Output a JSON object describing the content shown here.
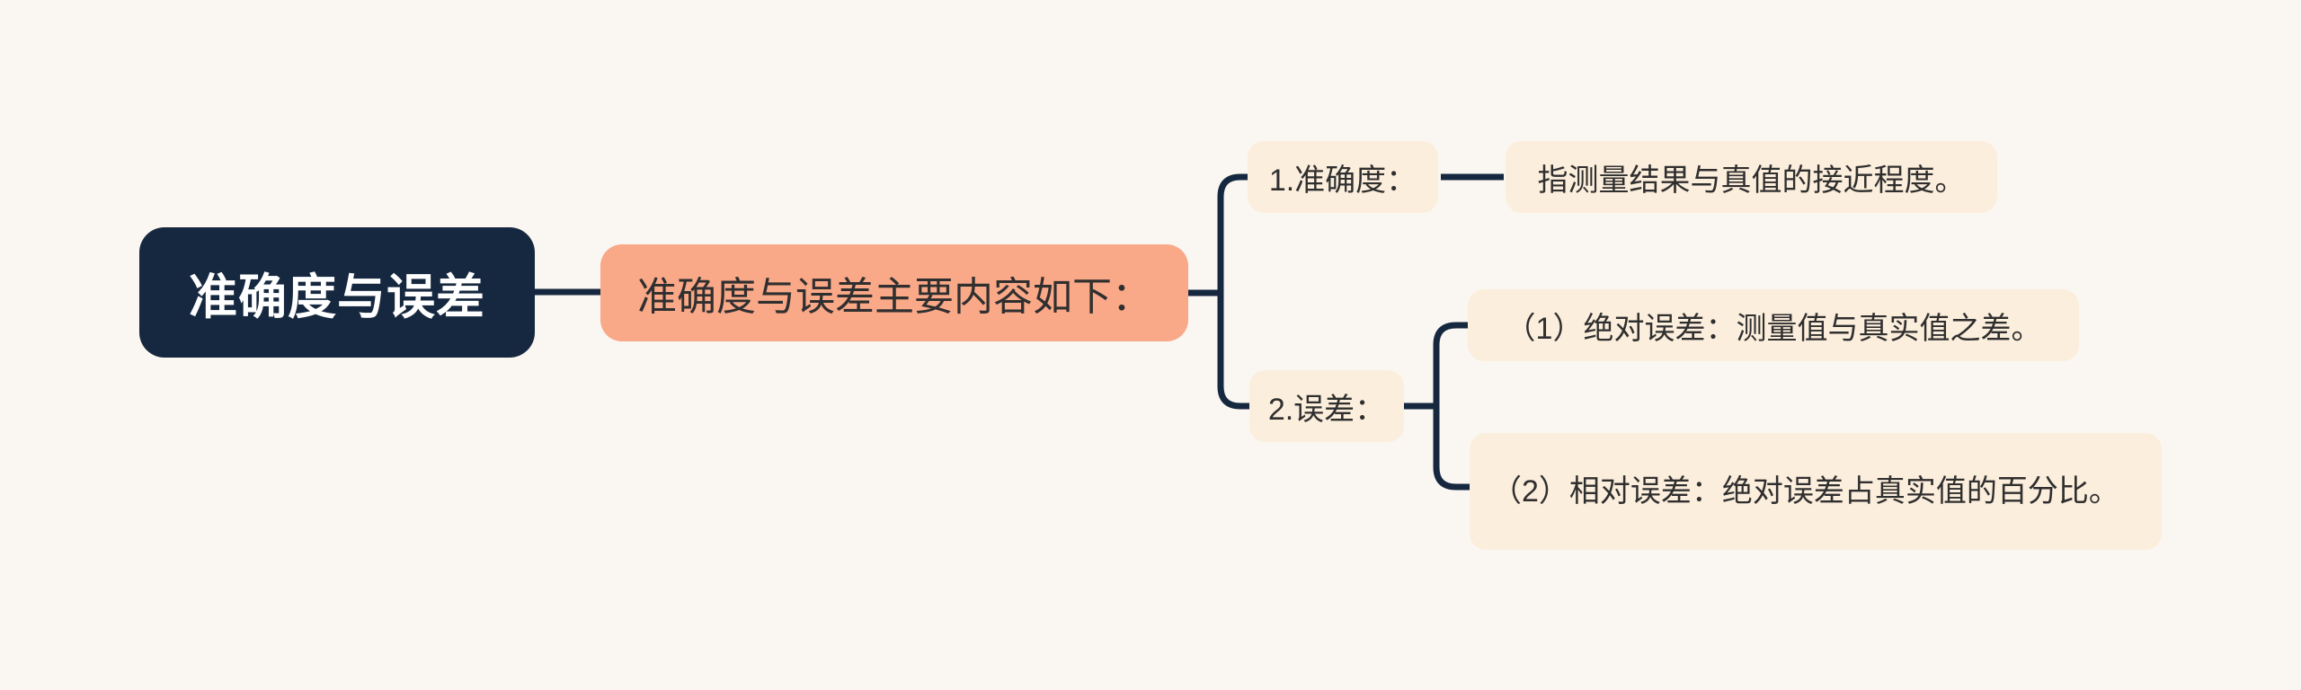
{
  "colors": {
    "background": "#FAF6F1",
    "root_fill": "#16283F",
    "root_text": "#FFFFFF",
    "main_topic_fill": "#F9A888",
    "leaf_fill": "#FCEEDC",
    "leaf_text": "#2F2F2F",
    "connector_line": "#16283F"
  },
  "mindmap": {
    "root": {
      "label": "准确度与误差"
    },
    "main_topic": {
      "label": "准确度与误差主要内容如下："
    },
    "branches": [
      {
        "topic": {
          "label": "1.准确度："
        },
        "children": [
          {
            "label": "指测量结果与真值的接近程度。"
          }
        ]
      },
      {
        "topic": {
          "label": "2.误差："
        },
        "children": [
          {
            "label": "（1）绝对误差：测量值与真实值之差。"
          },
          {
            "label": "（2）相对误差：绝对误差占真实值的百分比。"
          }
        ]
      }
    ]
  }
}
